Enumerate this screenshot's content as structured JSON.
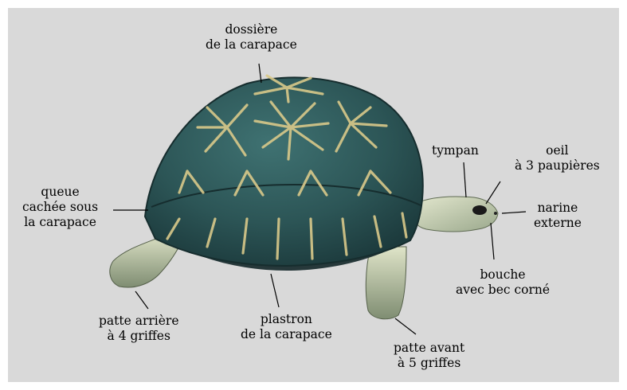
{
  "labels": {
    "dossiere": [
      "dossière",
      "de la carapace"
    ],
    "tympan": "tympan",
    "oeil": [
      "oeil",
      "à 3 paupières"
    ],
    "narine": [
      "narine",
      "externe"
    ],
    "bouche": [
      "bouche",
      "avec bec corné"
    ],
    "queue": [
      "queue",
      "cachée  sous",
      "la carapace"
    ],
    "patte_arriere": [
      "patte arrière",
      "à 4 griffes"
    ],
    "plastron": [
      "plastron",
      "de la carapace"
    ],
    "patte_avant": [
      "patte avant",
      "à 5 griffes"
    ]
  },
  "colors": {
    "background": "#d9d9d9",
    "shell_dark": "#2f5a5a",
    "shell_ray": "#d8c88a",
    "skin": "#d6dcc0"
  }
}
